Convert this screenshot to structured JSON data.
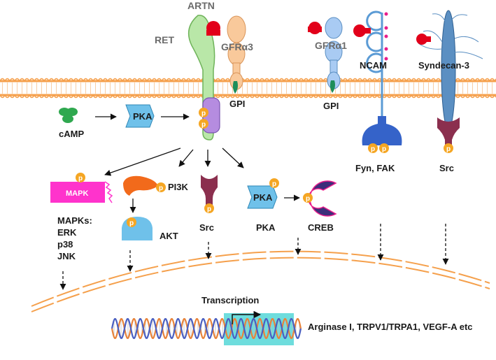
{
  "labels": {
    "artn": "ARTN",
    "ret": "RET",
    "gfra3": "GFRα3",
    "gfra1": "GFRα1",
    "ncam": "NCAM",
    "syndecan3": "Syndecan-3",
    "gpi_left": "GPI",
    "gpi_right": "GPI",
    "camp": "cAMP",
    "pka_top": "PKA",
    "fyn_fak": "Fyn, FAK",
    "src_right": "Src",
    "mapk": "MAPK",
    "pi3k": "PI3K",
    "akt": "AKT",
    "src_mid": "Src",
    "pka_mid_box": "PKA",
    "pka_mid": "PKA",
    "creb": "CREB",
    "mapks_title": "MAPKs:",
    "erk": "ERK",
    "p38": "p38",
    "jnk": "JNK",
    "transcription": "Transcription",
    "targets": "Arginase I, TRPV1/TRPA1, VEGF-A etc",
    "phospho": "p"
  },
  "colors": {
    "membrane": "#F5A04C",
    "ret": "#B9E7A8",
    "ret_stroke": "#6FB35A",
    "gfra3": "#F9C99B",
    "gfra1": "#A9CBF3",
    "ncam": "#5B9BD5",
    "syndecan": "#5B8FC2",
    "ligand": "#E2001A",
    "camp": "#2FA84F",
    "pka": "#6FC1EA",
    "phospho": "#F5A623",
    "mapk": "#FF33CC",
    "pi3k": "#F26A1B",
    "akt": "#6FC1EA",
    "src": "#8B2F4E",
    "creb": "#3C2E7A",
    "kinase_domain": "#B58CE0",
    "dna_a": "#E8833A",
    "dna_b": "#4A5FC1",
    "dna_highlight": "#3ED1D1"
  }
}
